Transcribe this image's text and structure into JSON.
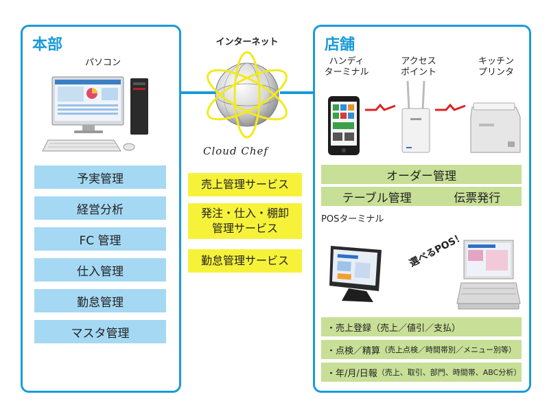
{
  "hq": {
    "title": "本部",
    "pc_label": "パソコン",
    "items": [
      "予実管理",
      "経営分析",
      "FC 管理",
      "仕入管理",
      "勤怠管理",
      "マスタ管理"
    ]
  },
  "internet": {
    "label": "インターネット",
    "brand": "Cloud Chef",
    "services": [
      "売上管理サービス",
      "発注・仕入・棚卸\n管理サービス",
      "勤怠管理サービス"
    ]
  },
  "store": {
    "title": "店舗",
    "devices": [
      "ハンディ\nターミナル",
      "アクセス\nポイント",
      "キッチン\nプリンタ"
    ],
    "order_mgmt": "オーダー管理",
    "table_mgmt": "テーブル管理",
    "slip_issue": "伝票発行",
    "pos_label": "POSターミナル",
    "pos_callout": "選べるPOS！",
    "features": [
      {
        "main": "・売上登録（売上／値引／支払）",
        "note": ""
      },
      {
        "main": "・点検／精算",
        "note": "（売上点検／時間帯別／メニュー別等）"
      },
      {
        "main": "・年/月/日報",
        "note": "（売上、取引、部門、時間帯、ABC分析）"
      }
    ]
  },
  "colors": {
    "frame_blue": "#1a9ad8",
    "hq_button": "#a5d8f3",
    "service_yellow": "#f6f23a",
    "store_green": "#c7df96",
    "wireless_red": "#e02020"
  }
}
